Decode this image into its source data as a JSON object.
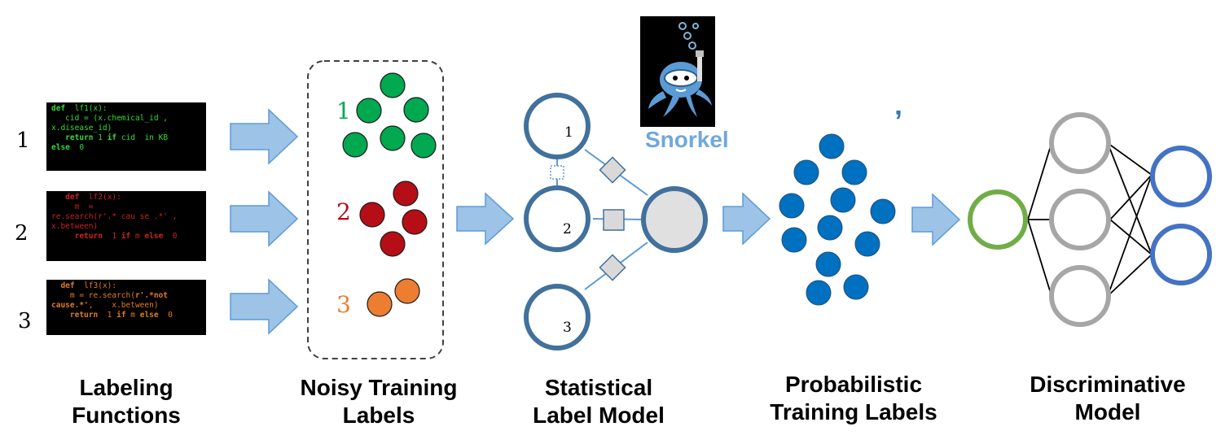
{
  "columns": {
    "labeling_functions": {
      "line1": "Labeling",
      "line2": "Functions"
    },
    "noisy_labels": {
      "line1": "Noisy Training",
      "line2": "Labels"
    },
    "label_model": {
      "line1": "Statistical",
      "line2": "Label Model"
    },
    "prob_labels": {
      "line1": "Probabilistic",
      "line2": "Training Labels"
    },
    "disc_model": {
      "line1": "Discriminative",
      "line2": "Model"
    }
  },
  "functions": [
    {
      "index": "1",
      "color": "#33dd33",
      "lines": [
        [
          {
            "t": "def",
            "k": true
          },
          {
            "t": "  lf1(x):"
          }
        ],
        [
          {
            "t": "   cid = (x.chemical_id ,"
          }
        ],
        [
          {
            "t": "x.disease_id)"
          }
        ],
        [
          {
            "t": "   "
          },
          {
            "t": "return",
            "k": true
          },
          {
            "t": " 1 "
          },
          {
            "t": "if",
            "k": true
          },
          {
            "t": " cid  in KB"
          }
        ],
        [
          {
            "t": "else",
            "k": true
          },
          {
            "t": "  0"
          }
        ]
      ]
    },
    {
      "index": "2",
      "color": "#cc2222",
      "lines": [
        [
          {
            "t": "   "
          },
          {
            "t": "def",
            "k": true
          },
          {
            "t": "  lf2(x):"
          }
        ],
        [
          {
            "t": "     m  ="
          }
        ],
        [
          {
            "t": "re.search(r'.* cau se .*' ,"
          }
        ],
        [
          {
            "t": "x.between)"
          }
        ],
        [
          {
            "t": "     "
          },
          {
            "t": "return",
            "k": true
          },
          {
            "t": "  1 "
          },
          {
            "t": "if",
            "k": true
          },
          {
            "t": " m "
          },
          {
            "t": "else",
            "k": true
          },
          {
            "t": "  0"
          }
        ]
      ]
    },
    {
      "index": "3",
      "color": "#e07b28",
      "lines": [
        [
          {
            "t": "  "
          },
          {
            "t": "def",
            "k": true
          },
          {
            "t": "  lf3(x):"
          }
        ],
        [
          {
            "t": "    m = re.search("
          },
          {
            "t": "r'.*not",
            "k": true
          }
        ],
        [
          {
            "t": "cause.*'",
            "k": true
          },
          {
            "t": ",    x.between)"
          }
        ],
        [
          {
            "t": "    "
          },
          {
            "t": "return",
            "k": true
          },
          {
            "t": "  1 "
          },
          {
            "t": "if",
            "k": true
          },
          {
            "t": " m "
          },
          {
            "t": "else",
            "k": true
          },
          {
            "t": "  0"
          }
        ]
      ]
    }
  ],
  "noisy_groups": [
    {
      "index": "1",
      "color": "#00a850"
    },
    {
      "index": "2",
      "color": "#b50e16"
    },
    {
      "index": "3",
      "color": "#ed7d31"
    }
  ],
  "label_model_nodes": [
    "1",
    "2",
    "3"
  ],
  "snorkel": {
    "name": "Snorkel"
  },
  "colors": {
    "arrow_fill": "#9dc3e6",
    "arrow_stroke": "#5b9bd5",
    "node_stroke": "#41719c",
    "prob_dot": "#0070c0",
    "nn_input": "#70ad47",
    "nn_hidden": "#a6a6a6",
    "nn_output": "#4472c4"
  },
  "icons": [
    "arrow-icon",
    "octopus-logo-icon",
    "factor-icon",
    "node-icon"
  ]
}
